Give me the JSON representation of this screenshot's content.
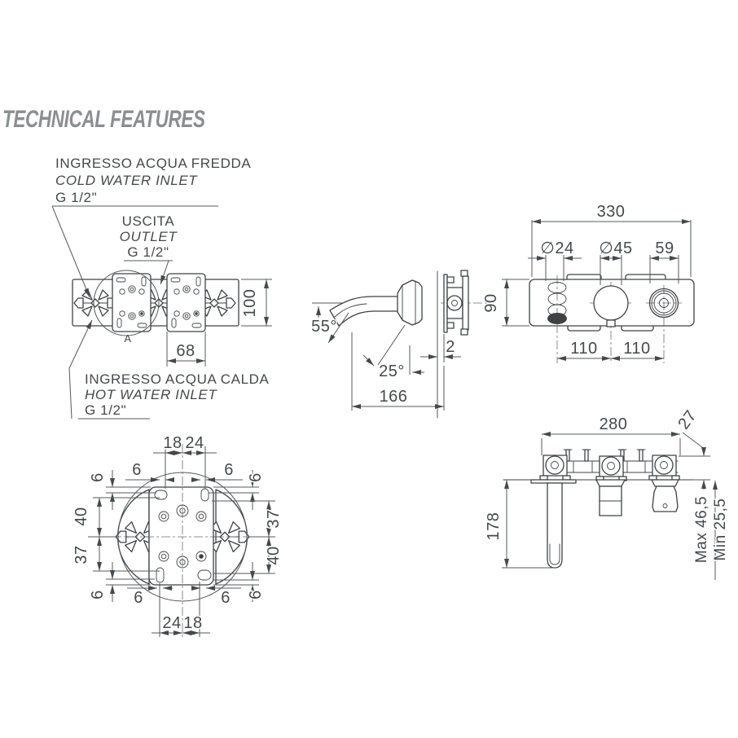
{
  "title": "TECHNICAL FEATURES",
  "colors": {
    "line": "#3f4245",
    "dim": "#55585b",
    "text": "#46494c",
    "title": "#8b8e91",
    "bg": "#ffffff"
  },
  "labels": {
    "cold_inlet": {
      "it": "INGRESSO ACQUA FREDDA",
      "en": "COLD WATER INLET",
      "size": "G 1/2\""
    },
    "outlet": {
      "it": "USCITA",
      "en": "OUTLET",
      "size": "G 1/2\""
    },
    "hot_inlet": {
      "it": "INGRESSO ACQUA CALDA",
      "en": "HOT WATER INLET",
      "size": "G 1/2\""
    },
    "detail_marker": "A"
  },
  "rear_view": {
    "body_height": "100",
    "plate_width": "68"
  },
  "side_view": {
    "spout_end_angle": "55°",
    "spout_tilt_angle": "25°",
    "spout_reach": "166",
    "wall_gap": "2"
  },
  "front_view": {
    "total_width": "330",
    "lever_diameter": "∅24",
    "knob_diameter": "∅45",
    "spout_diameter": "59",
    "body_height": "90",
    "left_spacing": "110",
    "right_spacing": "110"
  },
  "detail_view": {
    "top_left": "18",
    "top_right": "24",
    "bottom_left": "24",
    "bottom_right": "18",
    "side_left_top": "40",
    "side_left_bottom": "37",
    "side_right_top": "37",
    "side_right_bottom": "40",
    "slot_offset": "6"
  },
  "plan_view": {
    "total_width": "280",
    "wall_depth": "27",
    "spout_length": "178",
    "max_depth": "Max 46,5",
    "min_depth": "Min 25,5"
  }
}
